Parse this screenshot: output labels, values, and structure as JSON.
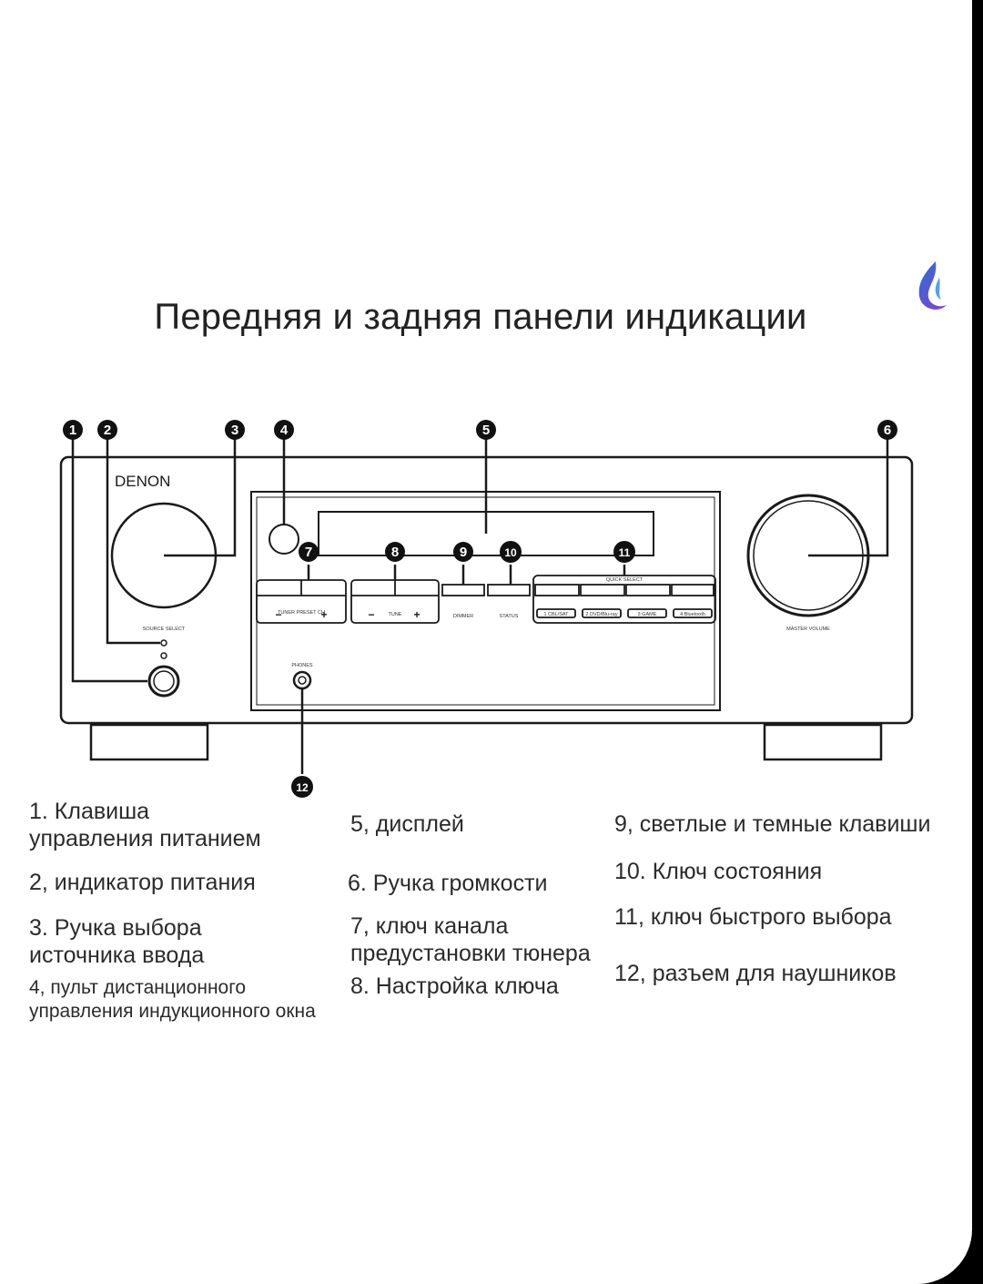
{
  "title": "Передняя и задняя панели индикации",
  "brand_logo": "DENON",
  "callout_numbers": [
    "1",
    "2",
    "3",
    "4",
    "5",
    "6",
    "7",
    "8",
    "9",
    "10",
    "11",
    "12"
  ],
  "panel_labels": {
    "source_select": "SOURCE SELECT",
    "master_volume": "MASTER VOLUME",
    "phones": "PHONES",
    "quick_select": "QUICK SELECT",
    "dimmer": "DIMMER",
    "status": "STATUS",
    "tune": "TUNE",
    "tuner_preset": "TUNER PRESET CH",
    "minus": "−",
    "plus": "+",
    "quick_1": "1 CBL/SAT",
    "quick_2": "2 DVD/Blu-ray",
    "quick_3": "3 GAME",
    "quick_4": "4 Bluetooth"
  },
  "legend": [
    {
      "line1": "1. Клавиша",
      "line2": "управления питанием"
    },
    {
      "line1": "2, индикатор питания",
      "line2": ""
    },
    {
      "line1": "3. Ручка выбора",
      "line2": "источника ввода"
    },
    {
      "line1": "4, пульт дистанционного",
      "line2": "управления индукционного окна"
    },
    {
      "line1": "5, дисплей",
      "line2": ""
    },
    {
      "line1": "6. Ручка громкости",
      "line2": ""
    },
    {
      "line1": "7, ключ канала",
      "line2": "предустановки тюнера"
    },
    {
      "line1": "8. Настройка ключа",
      "line2": ""
    },
    {
      "line1": "9, светлые и темные клавиши",
      "line2": ""
    },
    {
      "line1": "10. Ключ состояния",
      "line2": ""
    },
    {
      "line1": "11, ключ быстрого выбора",
      "line2": ""
    },
    {
      "line1": "12, разъем для наушников",
      "line2": ""
    }
  ],
  "colors": {
    "ink": "#222222",
    "logo_blue": "#2a6fd6",
    "logo_purple": "#8a3fd1"
  },
  "icons": [
    "water-drop-logo-icon"
  ]
}
